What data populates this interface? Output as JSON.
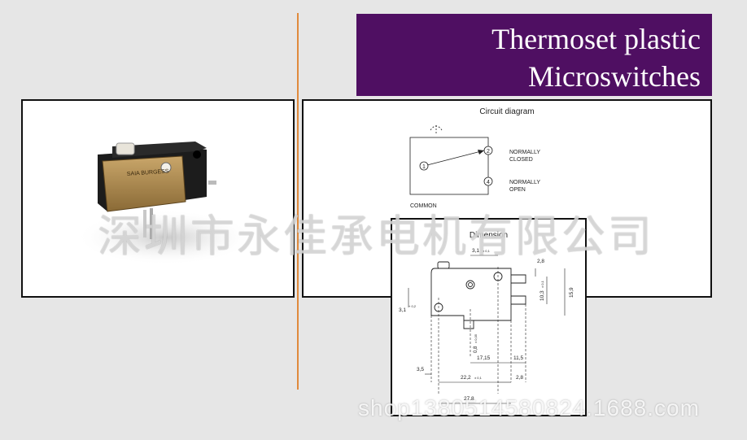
{
  "banner": {
    "line1": "Thermoset plastic",
    "line2": "Microswitches"
  },
  "circuit": {
    "title": "Circuit diagram",
    "terminal_common": "1",
    "terminal_nc": "2",
    "terminal_no": "4",
    "nc_label_1": "NORMALLY",
    "nc_label_2": "CLOSED",
    "no_label_1": "NORMALLY",
    "no_label_2": "OPEN",
    "common_label": "COMMON"
  },
  "dimension": {
    "title": "Dimension",
    "d_top": "3,1",
    "d_top_tol": "± 0,1",
    "d_2_8_top": "2,8",
    "d_10_3": "10,3",
    "d_10_3_tol": "± 0,1",
    "d_15_9": "15,9",
    "d_left": "3,1",
    "d_left_tol": "+ 0,2",
    "d_0_8": "0,8",
    "d_0_8_tol": "± 0,05",
    "d_17_15": "17,15",
    "d_11_5": "11,5",
    "d_3_5": "3,5",
    "d_22_2": "22,2",
    "d_22_2_tol": "± 0,1",
    "d_2_8_bottom": "2,8",
    "d_27_8": "27,8"
  },
  "product_photo": {
    "brand_text": "SAIA BURGESS"
  },
  "watermark": "深圳市永佳承电机有限公司",
  "url": "shop1380514580824.1688.com"
}
